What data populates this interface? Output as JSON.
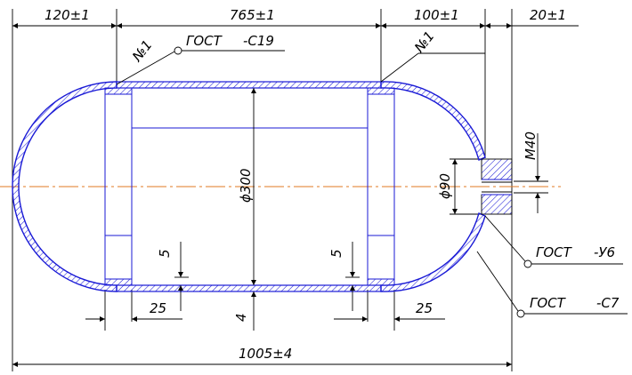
{
  "colors": {
    "outline": "#1a1ad6",
    "hatch": "#1a1ad6",
    "dimension": "#000000",
    "centerline": "#e07a22",
    "background": "#ffffff"
  },
  "dimensions": {
    "left_end": "120±1",
    "middle": "765±1",
    "right_end": "100±1",
    "fitting": "20±1",
    "total_length": "1005±4",
    "diameter": "ϕ300",
    "port_diameter": "ϕ90",
    "thread": "M40",
    "gap_left": "5",
    "gap_right": "5",
    "ring_left": "25",
    "ring_right": "25",
    "wall": "4"
  },
  "callouts": {
    "part_left": "№1",
    "part_right": "№1",
    "weld_top_standard": "ГОСТ",
    "weld_top_code": "-С19",
    "weld_right_standard": "ГОСТ",
    "weld_right_code": "-У6",
    "weld_bottom_standard": "ГОСТ",
    "weld_bottom_code": "-С7"
  }
}
